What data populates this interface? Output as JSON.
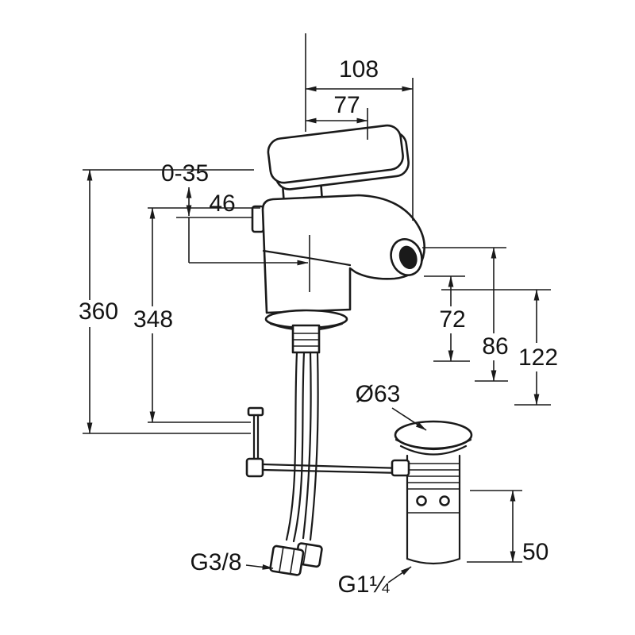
{
  "diagram": {
    "type": "technical-dimension-drawing",
    "subject": "single-lever basin mixer with pop-up waste",
    "colors": {
      "background": "#ffffff",
      "line": "#1a1a1a"
    },
    "dimensions": {
      "top_width": "108",
      "handle_width": "77",
      "lever_travel": "0-35",
      "axis_offset": "46",
      "total_height": "360",
      "secondary_height": "348",
      "spout_clearance": "72",
      "spout_mid_height": "86",
      "right_height": "122",
      "waste_cap_diameter": "Ø63",
      "supply_thread": "G3/8",
      "waste_thread": "G1¼",
      "waste_body_height": "50"
    }
  }
}
